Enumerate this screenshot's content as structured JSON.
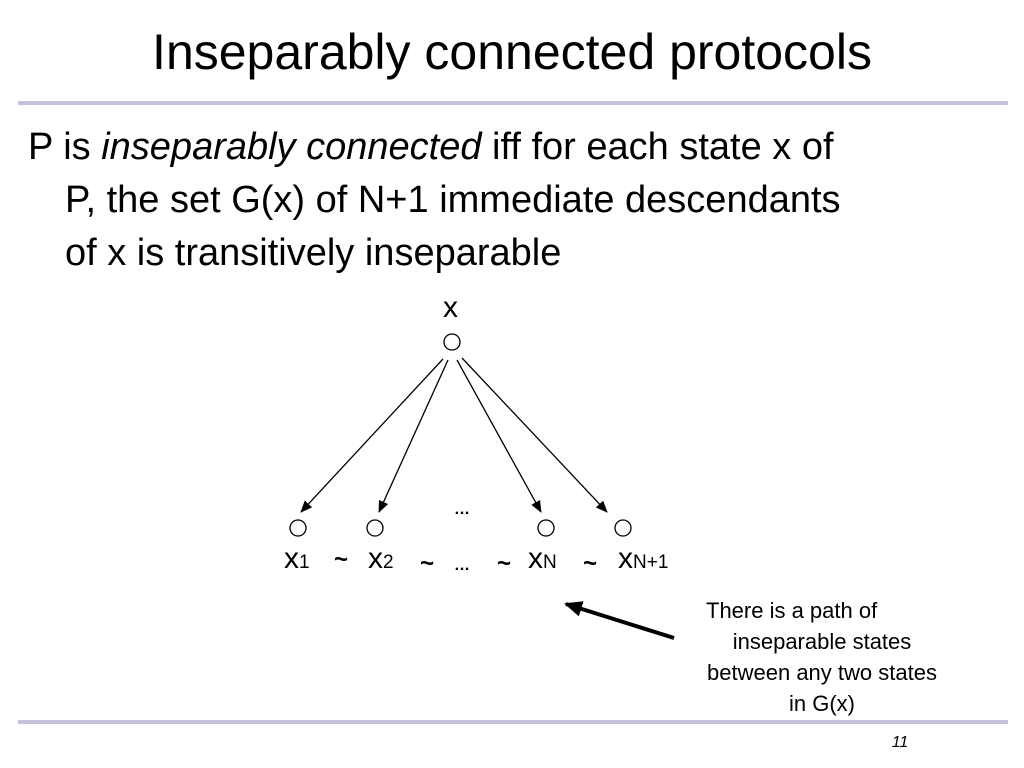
{
  "slide": {
    "title": "Inseparably connected protocols",
    "body": {
      "line1_prefix": "P is ",
      "line1_em": "inseparably connected",
      "line1_suffix": " iff for each state x of",
      "line2": "P, the set G(x) of N+1 immediate descendants",
      "line3": "of x is transitively inseparable"
    },
    "diagram": {
      "root_label": "x",
      "children": [
        {
          "base": "x",
          "sub": "1"
        },
        {
          "base": "x",
          "sub": "2"
        },
        {
          "base": "x",
          "sub": "N"
        },
        {
          "base": "x",
          "sub": "N+1"
        }
      ],
      "tilde": "~",
      "ellipsis": "…"
    },
    "annotation": {
      "line1": "There is a path of",
      "line2": "inseparable states",
      "line3": "between any two states",
      "line4": "in G(x)"
    },
    "page_number": "11",
    "colors": {
      "rule": "#c4c2dc",
      "text": "#000000",
      "background": "#ffffff"
    }
  }
}
